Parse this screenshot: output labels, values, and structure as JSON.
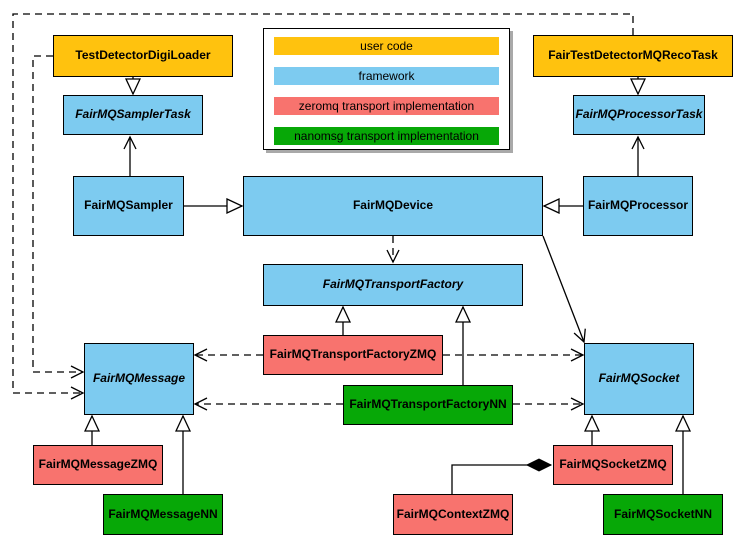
{
  "colors": {
    "user_code": "#FFC20E",
    "framework": "#7DCBF0",
    "zeromq": "#F8736E",
    "nanomsg": "#07A807"
  },
  "legend": {
    "items": [
      {
        "label": "user code",
        "color": "#FFC20E"
      },
      {
        "label": "framework",
        "color": "#7DCBF0"
      },
      {
        "label": "zeromq transport implementation",
        "color": "#F8736E"
      },
      {
        "label": "nanomsg transport implementation",
        "color": "#07A807"
      }
    ]
  },
  "nodes": {
    "test_detector_digi_loader": {
      "label": "TestDetectorDigiLoader",
      "category": "user code",
      "abstract": false
    },
    "fair_test_detector_mq_reco_task": {
      "label": "FairTestDetectorMQRecoTask",
      "category": "user code",
      "abstract": false
    },
    "fairmq_sampler_task": {
      "label": "FairMQSamplerTask",
      "category": "framework",
      "abstract": true
    },
    "fairmq_processor_task": {
      "label": "FairMQProcessorTask",
      "category": "framework",
      "abstract": true
    },
    "fairmq_sampler": {
      "label": "FairMQSampler",
      "category": "framework",
      "abstract": false
    },
    "fairmq_device": {
      "label": "FairMQDevice",
      "category": "framework",
      "abstract": false
    },
    "fairmq_processor": {
      "label": "FairMQProcessor",
      "category": "framework",
      "abstract": false
    },
    "fairmq_transport_factory": {
      "label": "FairMQTransportFactory",
      "category": "framework",
      "abstract": true
    },
    "fairmq_transport_factory_zmq": {
      "label": "FairMQTransportFactoryZMQ",
      "category": "zeromq",
      "abstract": false
    },
    "fairmq_transport_factory_nn": {
      "label": "FairMQTransportFactoryNN",
      "category": "nanomsg",
      "abstract": false
    },
    "fairmq_message": {
      "label": "FairMQMessage",
      "category": "framework",
      "abstract": true
    },
    "fairmq_socket": {
      "label": "FairMQSocket",
      "category": "framework",
      "abstract": true
    },
    "fairmq_message_zmq": {
      "label": "FairMQMessageZMQ",
      "category": "zeromq",
      "abstract": false
    },
    "fairmq_message_nn": {
      "label": "FairMQMessageNN",
      "category": "nanomsg",
      "abstract": false
    },
    "fairmq_socket_zmq": {
      "label": "FairMQSocketZMQ",
      "category": "zeromq",
      "abstract": false
    },
    "fairmq_context_zmq": {
      "label": "FairMQContextZMQ",
      "category": "zeromq",
      "abstract": false
    },
    "fairmq_socket_nn": {
      "label": "FairMQSocketNN",
      "category": "nanomsg",
      "abstract": false
    }
  },
  "edges": [
    {
      "from": "TestDetectorDigiLoader",
      "to": "FairMQSamplerTask",
      "type": "inheritance",
      "line": "solid"
    },
    {
      "from": "FairTestDetectorMQRecoTask",
      "to": "FairMQProcessorTask",
      "type": "inheritance",
      "line": "solid"
    },
    {
      "from": "FairMQSampler",
      "to": "FairMQSamplerTask",
      "type": "arrow",
      "line": "solid"
    },
    {
      "from": "FairMQProcessor",
      "to": "FairMQProcessorTask",
      "type": "arrow",
      "line": "solid"
    },
    {
      "from": "FairMQSampler",
      "to": "FairMQDevice",
      "type": "inheritance",
      "line": "solid"
    },
    {
      "from": "FairMQProcessor",
      "to": "FairMQDevice",
      "type": "inheritance",
      "line": "solid"
    },
    {
      "from": "FairMQDevice",
      "to": "FairMQTransportFactory",
      "type": "arrow",
      "line": "dashed"
    },
    {
      "from": "FairMQDevice",
      "to": "FairMQSocket",
      "type": "arrow",
      "line": "solid"
    },
    {
      "from": "FairMQTransportFactoryZMQ",
      "to": "FairMQTransportFactory",
      "type": "inheritance",
      "line": "solid"
    },
    {
      "from": "FairMQTransportFactoryNN",
      "to": "FairMQTransportFactory",
      "type": "inheritance",
      "line": "solid"
    },
    {
      "from": "FairMQTransportFactoryZMQ",
      "to": "FairMQMessage",
      "type": "arrow",
      "line": "dashed"
    },
    {
      "from": "FairMQTransportFactoryZMQ",
      "to": "FairMQSocket",
      "type": "arrow",
      "line": "dashed"
    },
    {
      "from": "FairMQTransportFactoryNN",
      "to": "FairMQMessage",
      "type": "arrow",
      "line": "dashed"
    },
    {
      "from": "FairMQTransportFactoryNN",
      "to": "FairMQSocket",
      "type": "arrow",
      "line": "dashed"
    },
    {
      "from": "TestDetectorDigiLoader",
      "to": "FairMQMessage",
      "type": "arrow",
      "line": "dashed"
    },
    {
      "from": "FairTestDetectorMQRecoTask",
      "to": "FairMQMessage",
      "type": "arrow",
      "line": "dashed"
    },
    {
      "from": "FairMQMessageZMQ",
      "to": "FairMQMessage",
      "type": "inheritance",
      "line": "solid"
    },
    {
      "from": "FairMQMessageNN",
      "to": "FairMQMessage",
      "type": "inheritance",
      "line": "solid"
    },
    {
      "from": "FairMQSocketZMQ",
      "to": "FairMQSocket",
      "type": "inheritance",
      "line": "solid"
    },
    {
      "from": "FairMQSocketNN",
      "to": "FairMQSocket",
      "type": "inheritance",
      "line": "solid"
    },
    {
      "from": "FairMQContextZMQ",
      "to": "FairMQSocketZMQ",
      "type": "composition",
      "line": "solid"
    }
  ]
}
